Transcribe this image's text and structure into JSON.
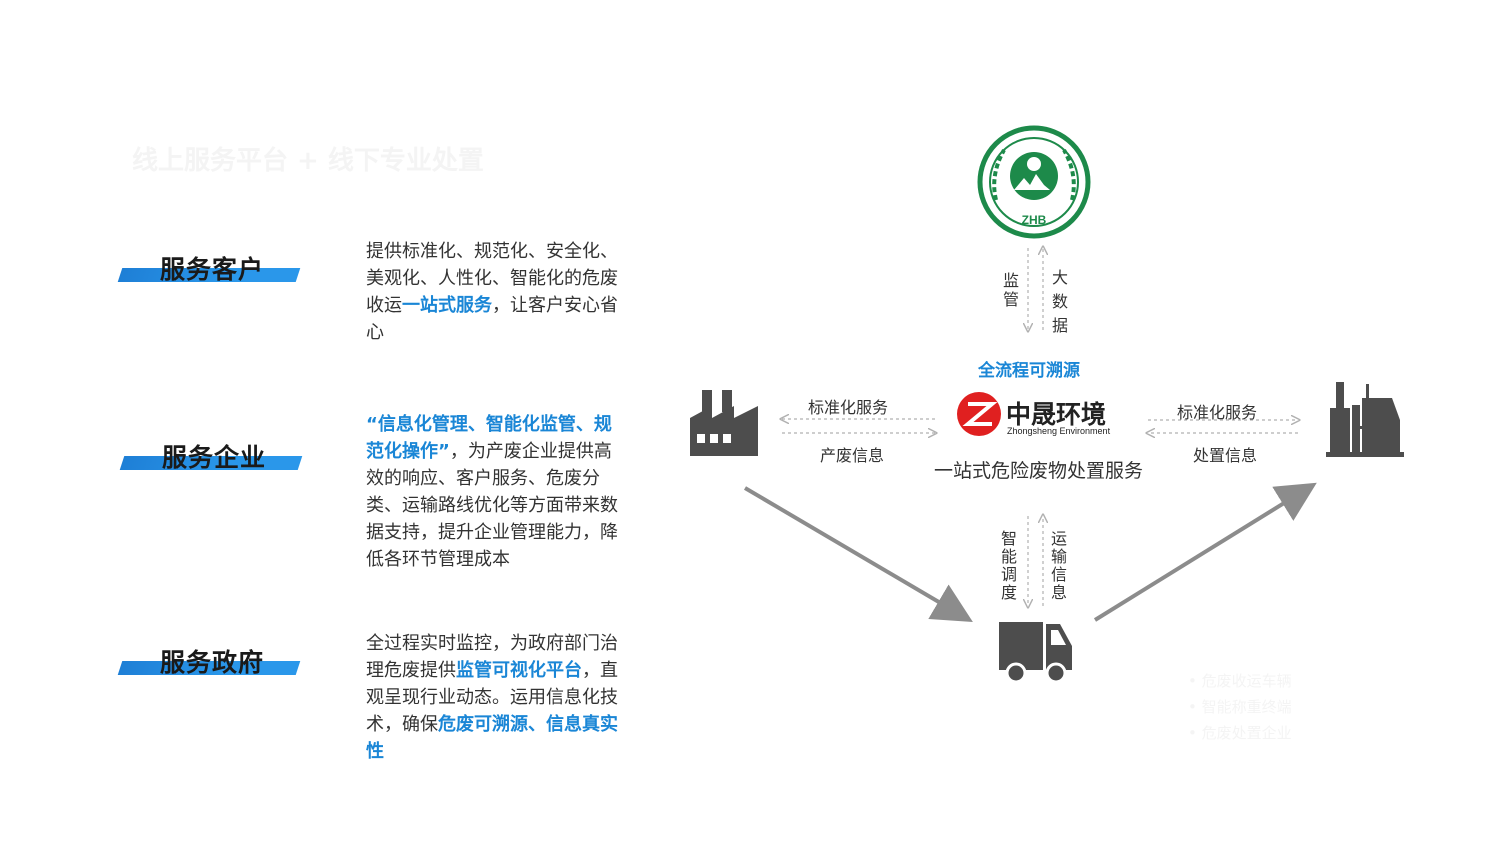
{
  "page": {
    "faint_header": "线上服务平台 + 线下专业处置"
  },
  "left": {
    "items": [
      {
        "label": "服务客户",
        "segments": [
          {
            "text": "提供标准化、规范化、安全化、美观化、人性化、智能化的危废收运",
            "hl": false
          },
          {
            "text": "一站式服务",
            "hl": true
          },
          {
            "text": "，让客户安心省心",
            "hl": false
          }
        ]
      },
      {
        "label": "服务企业",
        "segments": [
          {
            "text": "“信息化管理、智能化监管、规范化操作”",
            "hl": true
          },
          {
            "text": "，为产废企业提供高效的响应、客户服务、危废分类、运输路线优化等方面带来数据支持，提升企业管理能力，降低各环节管理成本",
            "hl": false
          }
        ]
      },
      {
        "label": "服务政府",
        "segments": [
          {
            "text": "全过程实时监控，为政府部门治理危废提供",
            "hl": false
          },
          {
            "text": "监管可视化平台",
            "hl": true
          },
          {
            "text": "，直观呈现行业动态。运用信息化技术，确保",
            "hl": false
          },
          {
            "text": "危废可溯源、信息真实性",
            "hl": true
          }
        ]
      }
    ]
  },
  "diagram": {
    "seal_text": "ZHB",
    "supervise": "监管",
    "bigdata": "大数据",
    "trace_title": "全流程可溯源",
    "company_name": "中晟环境",
    "company_en": "Zhongsheng Environment",
    "company_service": "一站式危险废物处置服务",
    "left_top": "标准化服务",
    "left_bottom": "产废信息",
    "right_top": "标准化服务",
    "right_bottom": "处置信息",
    "dispatch": "智能调度",
    "transport_info": "运输信息",
    "faint_list": [
      "危废收运车辆",
      "智能称重终端",
      "危废处置企业"
    ],
    "colors": {
      "accent": "#1a86d6",
      "green": "#1d8a4a",
      "red": "#e02020",
      "icon_gray": "#4d4d4d",
      "arrow_gray": "#8c8c8c"
    }
  }
}
